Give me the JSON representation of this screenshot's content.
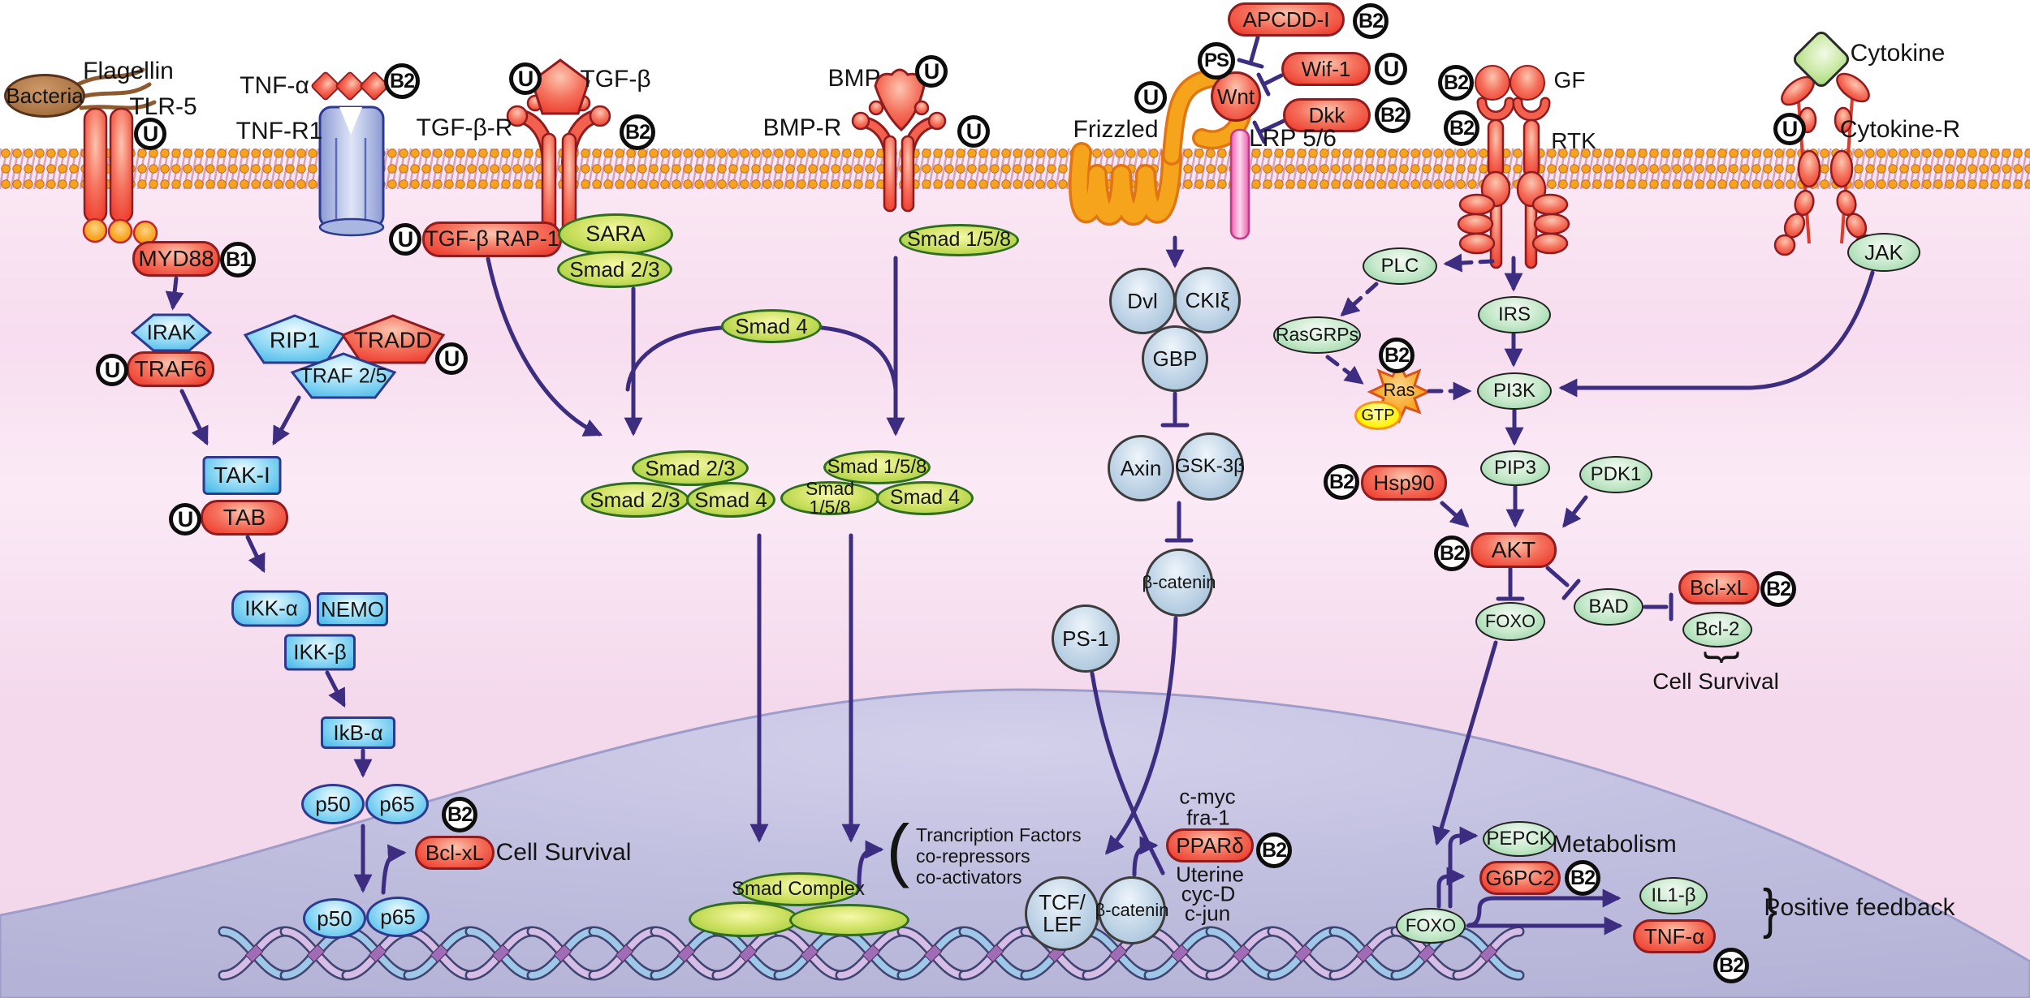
{
  "figure": "Cell signaling pathways diagram (TLR-5 / TNF / TGF-beta / BMP / Wnt / RTK / Cytokine receptors to NF-kB, Smad, beta-catenin, AKT and FOXO outputs)",
  "colors": {
    "arrow": "#3d2d80",
    "red_node": "#ee3124",
    "blue_node": "#44b6e9",
    "smad_green": "#94c83d",
    "mint_green": "#8ecf9d",
    "gray_blue_circle": "#9cb9d4",
    "orange_receptor": "#f7941d",
    "membrane_head": "#f7a41d",
    "nucleus": "#bdbcdd",
    "cytoplasm": "#f7ddef",
    "lrp_pink": "#ee5fae",
    "dna_strand_blue": "#9fc8e8",
    "dna_strand_purple": "#d5bde5",
    "gtp_yellow": "#fff200"
  },
  "nodes": {
    "bacteria": "Bacteria",
    "myd88": "MYD88",
    "irak": "IRAK",
    "traf6": "TRAF6",
    "rip1": "RIP1",
    "tradd": "TRADD",
    "traf25": "TRAF 2/5",
    "taki": "TAK-I",
    "tab": "TAB",
    "ikka": "IKK-α",
    "nemo": "NEMO",
    "ikkb": "IKK-β",
    "ikba": "IkB-α",
    "p50a": "p50",
    "p65a": "p65",
    "p50b": "p50",
    "p65b": "p65",
    "bclxl_nfkb": "Bcl-xL",
    "tgfb_rap1": "TGF-β RAP-1",
    "sara": "SARA",
    "smad23_sara": "Smad 2/3",
    "smad4_free": "Smad 4",
    "smad23_t1": "Smad 2/3",
    "smad23_t2": "Smad 2/3",
    "smad4_t1": "Smad 4",
    "smad158_bmp": "Smad 1/5/8",
    "smad158_t1": "Smad 1/5/8",
    "smad158_t2": "Smad 1/5/8",
    "smad4_t2": "Smad 4",
    "smad_complex": "Smad Complex",
    "wnt": "Wnt",
    "apcdd": "APCDD-I",
    "wif1": "Wif-1",
    "dkk": "Dkk",
    "dvl": "Dvl",
    "cki": "CKIξ",
    "gbp": "GBP",
    "axin": "Axin",
    "gsk3b": "GSK-3β",
    "bcatenin_cyto": "β-catenin",
    "ps1": "PS-1",
    "tcf_lef": "TCF/ LEF",
    "bcatenin_nuc": "β-catenin",
    "ppard": "PPARδ",
    "plc": "PLC",
    "rasgrps": "RasGRPs",
    "ras": "Ras",
    "gtp": "GTP",
    "irs": "IRS",
    "pi3k": "PI3K",
    "pip3": "PIP3",
    "pdk1": "PDK1",
    "hsp90": "Hsp90",
    "akt": "AKT",
    "foxo_cyto": "FOXO",
    "bad": "BAD",
    "bclxl_akt": "Bcl-xL",
    "bcl2": "Bcl-2",
    "foxo_nuc": "FOXO",
    "pepck": "PEPCK",
    "g6pc2": "G6PC2",
    "il1b": "IL1-β",
    "tnfa_gene": "TNF-α",
    "jak": "JAK"
  },
  "labels": {
    "flagellin": "Flagellin",
    "tlr5": "TLR-5",
    "tnfa": "TNF-α",
    "tnfr1": "TNF-R1",
    "tgfbr": "TGF-β-R",
    "tgfb": "TGF-β",
    "bmp": "BMP",
    "bmpr": "BMP-R",
    "frizzled": "Frizzled",
    "lrp56": "LRP 5/6",
    "gf": "GF",
    "rtk": "RTK",
    "cytokine": "Cytokine",
    "cytokiner": "Cytokine-R",
    "cell_survival_nfkb": "Cell Survival",
    "transcription_line1": "Trancription Factors",
    "transcription_line2": "co-repressors",
    "transcription_line3": "co-activators",
    "cmyc": "c-myc",
    "fra1": "fra-1",
    "uterine": "Uterine",
    "cycd": "cyc-D",
    "cjun": "c-jun",
    "metabolism": "Metabolism",
    "cell_survival_akt": "Cell Survival",
    "positive_feedback": "Positive feedback"
  },
  "markers": {
    "u_tlr5": "U",
    "b1_myd88": "B1",
    "u_traf6": "U",
    "u_tradd": "U",
    "u_tab": "U",
    "b2_nfkb": "B2",
    "b2_tnfa": "B2",
    "u_tgfb": "U",
    "b2_tgfbr": "B2",
    "u_tgfb_rap1": "U",
    "u_bmp": "U",
    "u_bmpr": "U",
    "b2_apcdd": "B2",
    "ps_wnt": "PS",
    "u_wif1": "U",
    "b2_dkk": "B2",
    "u_frizzled": "U",
    "b2_gf": "B2",
    "b2_rtk": "B2",
    "u_cytokiner": "U",
    "b2_ras": "B2",
    "b2_hsp90": "B2",
    "b2_akt": "B2",
    "b2_bclxl": "B2",
    "b2_ppard": "B2",
    "b2_g6pc2": "B2",
    "b2_tnfa_gene": "B2"
  }
}
